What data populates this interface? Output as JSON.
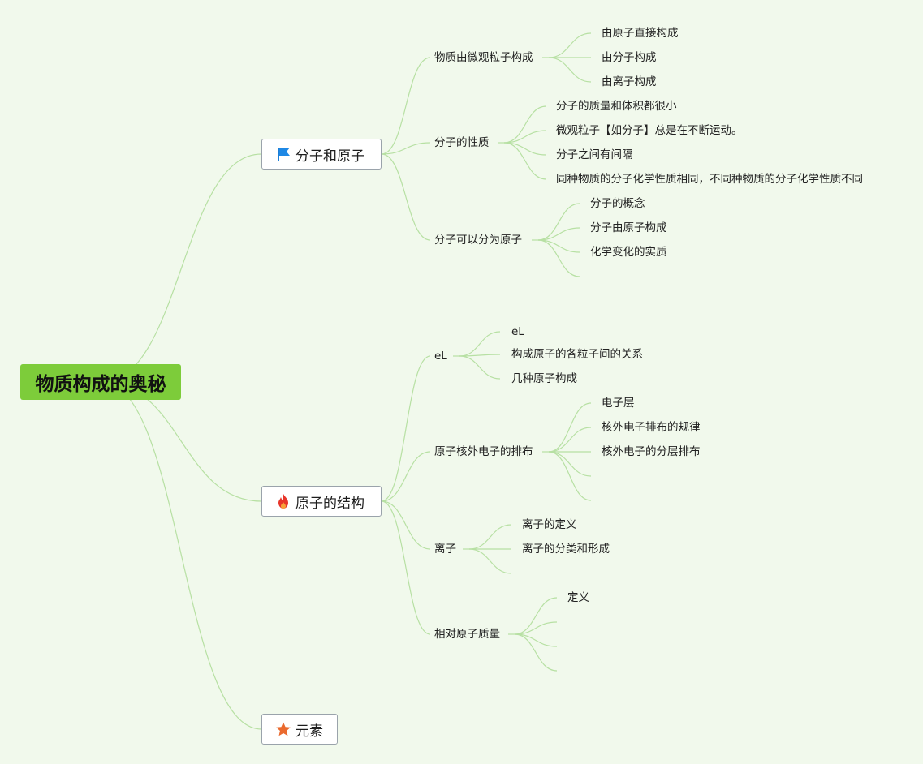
{
  "root": {
    "label": "物质构成的奥秘"
  },
  "topics": [
    {
      "label": "分子和原子",
      "icon": "flag-icon",
      "children": [
        {
          "label": "物质由微观粒子构成",
          "children": [
            "由原子直接构成",
            "由分子构成",
            "由离子构成"
          ]
        },
        {
          "label": "分子的性质",
          "children": [
            "分子的质量和体积都很小",
            "微观粒子【如分子】总是在不断运动。",
            "分子之间有间隔",
            "同种物质的分子化学性质相同，不同种物质的分子化学性质不同"
          ]
        },
        {
          "label": "分子可以分为原子",
          "children": [
            "分子的概念",
            "分子由原子构成",
            "化学变化的实质",
            ""
          ]
        }
      ]
    },
    {
      "label": "原子的结构",
      "icon": "fire-icon",
      "children": [
        {
          "label": "eL",
          "children": [
            "eL",
            "构成原子的各粒子间的关系",
            "几种原子构成"
          ]
        },
        {
          "label": "原子核外电子的排布",
          "children": [
            "电子层",
            "核外电子排布的规律",
            "核外电子的分层排布",
            "",
            ""
          ]
        },
        {
          "label": "离子",
          "children": [
            "离子的定义",
            "离子的分类和形成",
            ""
          ]
        },
        {
          "label": "相对原子质量",
          "children": [
            "定义",
            "",
            "",
            ""
          ]
        }
      ]
    },
    {
      "label": "元素",
      "icon": "star-icon",
      "children": []
    }
  ],
  "colors": {
    "background": "#f1f9ec",
    "root_fill": "#7dcc3a",
    "link": "#b7e0a3",
    "topic_border": "#9aa3ab"
  }
}
